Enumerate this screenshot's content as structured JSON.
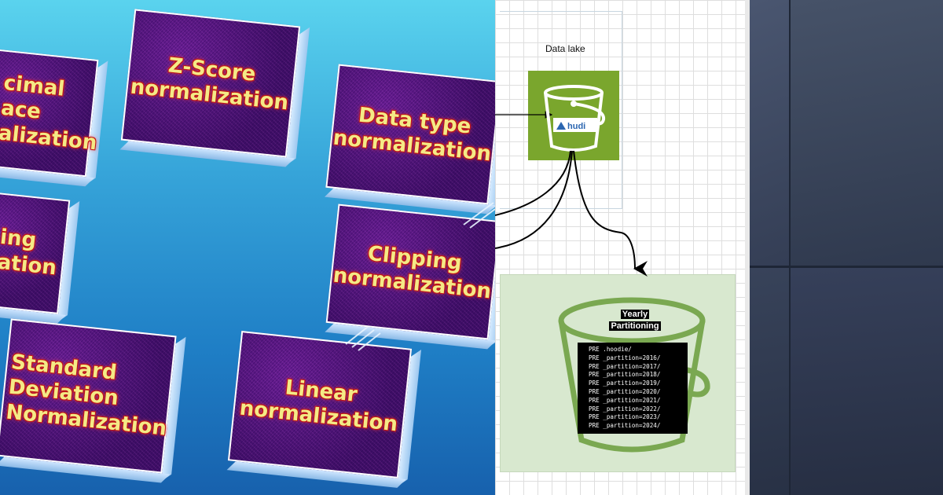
{
  "normalization_cards": [
    {
      "id": "decimal",
      "text": "cimal\nace\nalization"
    },
    {
      "id": "zscore",
      "text": "Z-Score\nnormalization"
    },
    {
      "id": "datatype",
      "text": "Data type\nnormalization"
    },
    {
      "id": "scaling",
      "text": "ing\nation"
    },
    {
      "id": "clipping",
      "text": "Clipping\nnormalization"
    },
    {
      "id": "stddev",
      "text": "Standard\nDeviation\nNormalization"
    },
    {
      "id": "linear",
      "text": "Linear\nnormalization"
    }
  ],
  "diagram": {
    "data_lake_title": "Data lake",
    "s3_icon": "s3-bucket-icon",
    "hudi_logo": "hudi",
    "tile_color": "#7aa62d",
    "partition_title_line1": "Yearly",
    "partition_title_line2": "Partitioning",
    "partition_entries": [
      "PRE .hoodie/",
      "PRE _partition=2016/",
      "PRE _partition=2017/",
      "PRE _partition=2018/",
      "PRE _partition=2019/",
      "PRE _partition=2020/",
      "PRE _partition=2021/",
      "PRE _partition=2022/",
      "PRE _partition=2023/",
      "PRE _partition=2024/"
    ],
    "bucket_color": "#7aa851",
    "area_color": "#d8e8cf"
  },
  "colors": {
    "card_face": "#4a1470",
    "card_text": "#f4ea86",
    "card_outline": "#c81818"
  }
}
